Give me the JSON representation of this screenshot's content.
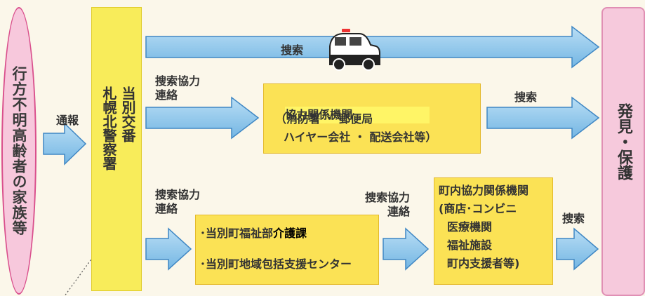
{
  "family": {
    "label": "行方不明高齢者の家族等"
  },
  "police": {
    "col1": "当別交番",
    "col2": "札幌北警察署"
  },
  "result": {
    "label": "発見・保護"
  },
  "arrows": {
    "report": "通報",
    "search_top": "捜索",
    "coop_mid": "捜索協力\n連絡",
    "coop_bottom": "捜索協力\n連絡",
    "coop_town": "捜索協力\n連絡",
    "search_mid": "捜索",
    "search_bottom": "捜索"
  },
  "agencies_box": {
    "title": "協力関係機関",
    "line1": "（消防署 ・ 郵便局",
    "line2": "ハイヤー会社 ・ 配送会社等）"
  },
  "welfare_box": {
    "line1_prefix": "･当別町福祉部",
    "line1_emphasis": "介護課",
    "line2": "･当別町地域包括支援センター"
  },
  "town_box": {
    "title": "町内協力関係機関",
    "lines": [
      "(商店･コンビニ",
      "医療機関",
      "福祉施設",
      "町内支援者等)"
    ]
  },
  "colors": {
    "arrow_fill": "#8fc9ec",
    "arrow_stroke": "#3f87c4",
    "box_fill": "#fbe255",
    "pink": "#f6c9dc"
  }
}
